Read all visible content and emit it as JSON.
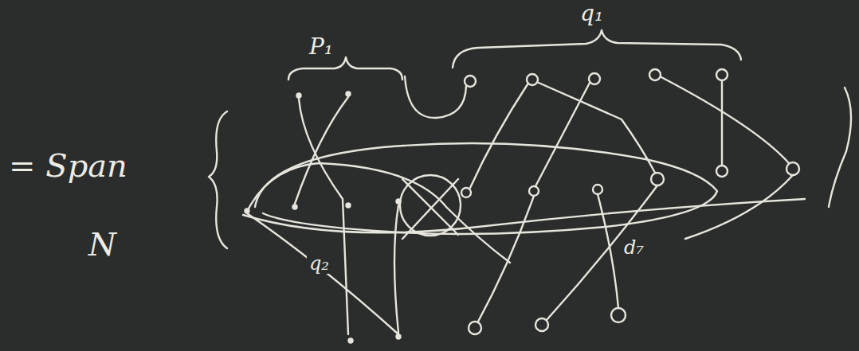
{
  "diagram": {
    "labels": [
      "= Span",
      "N",
      "P₁",
      "q₁",
      "q₂",
      "d₇"
    ]
  }
}
